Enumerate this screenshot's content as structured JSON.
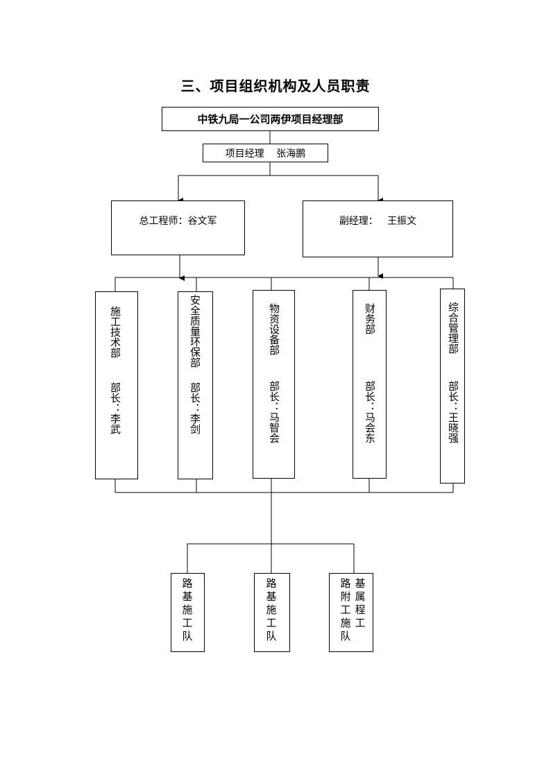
{
  "heading": "三、项目组织机构及人员职责",
  "root": {
    "label": "中铁九局一公司两伊项目经理部"
  },
  "pm": {
    "label": "项目经理    张海鹏"
  },
  "deputies": [
    {
      "label": "总工程师：谷文军"
    },
    {
      "label": "副经理：   王振文"
    }
  ],
  "departments": [
    {
      "name": "施工技术部",
      "head": "部长：李武"
    },
    {
      "name": "安全质量环保部",
      "head": "部长：李剑"
    },
    {
      "name": "物资设备部",
      "head": "部长：马智会"
    },
    {
      "name": "财务部",
      "head": "部长：马会东"
    },
    {
      "name": "综合管理部",
      "head": "部长：王晓强"
    }
  ],
  "teams": [
    {
      "col1": "路基施工队",
      "col2": ""
    },
    {
      "col1": "路基施工队",
      "col2": ""
    },
    {
      "col1": "路附工施队",
      "col2": "基属程工"
    }
  ]
}
